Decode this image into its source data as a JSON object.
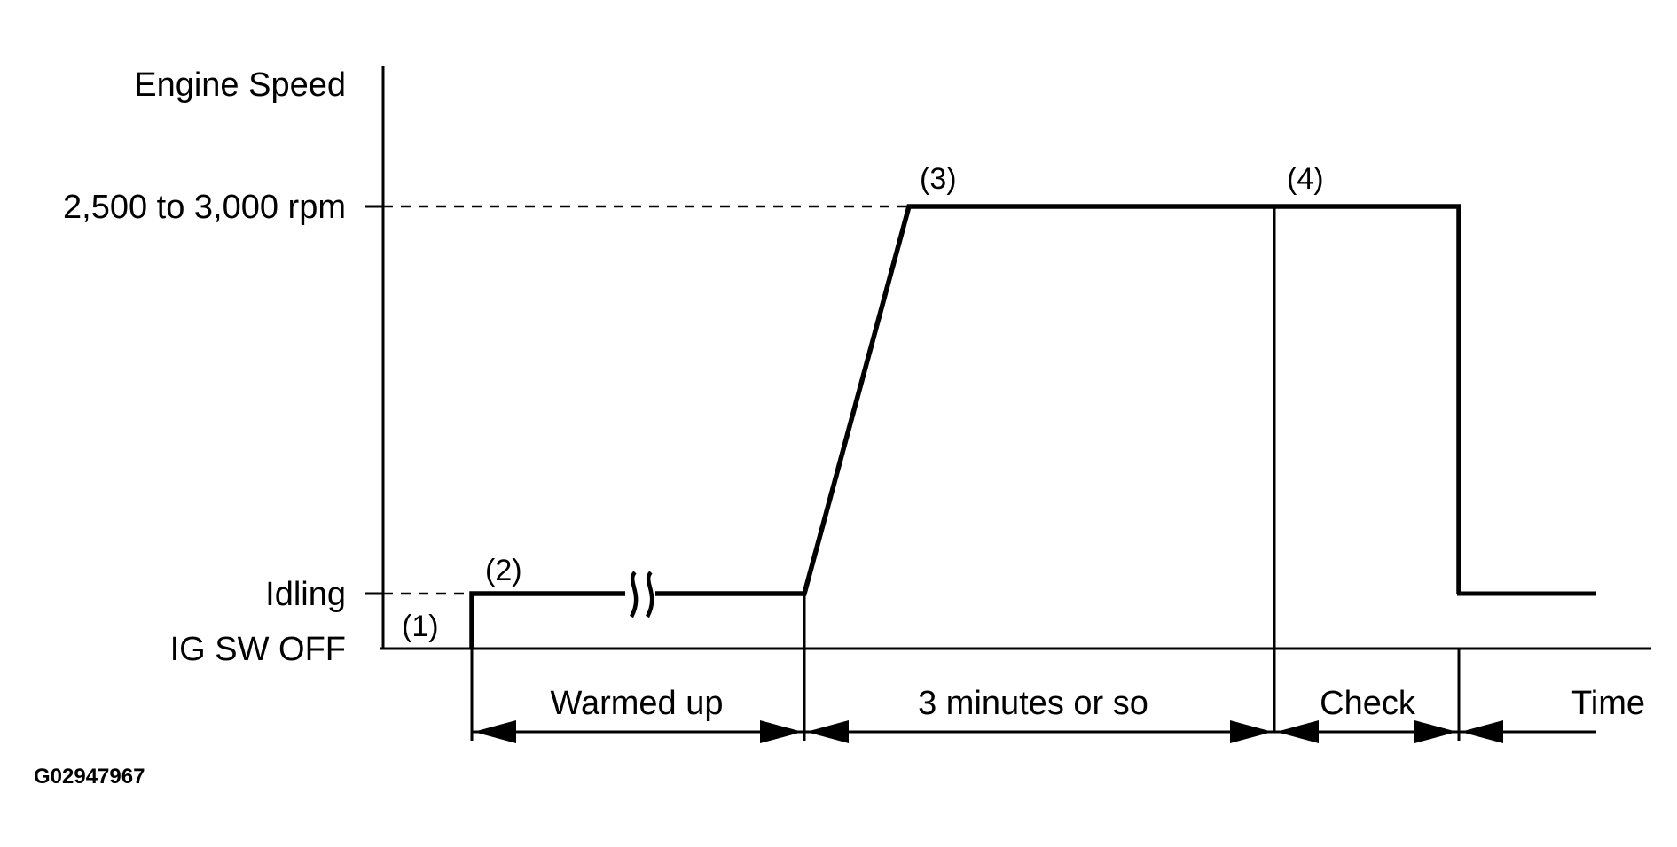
{
  "diagram": {
    "y_axis_title": "Engine Speed",
    "levels": {
      "high": "2,500 to 3,000 rpm",
      "idle": "Idling",
      "off": "IG SW OFF"
    },
    "steps": [
      "(1)",
      "(2)",
      "(3)",
      "(4)"
    ],
    "spans": {
      "warm": "Warmed up",
      "three_min": "3 minutes or so",
      "check": "Check",
      "time": "Time"
    },
    "figure_id": "G02947967"
  },
  "colors": {
    "ink": "#000000",
    "background": "#ffffff"
  }
}
